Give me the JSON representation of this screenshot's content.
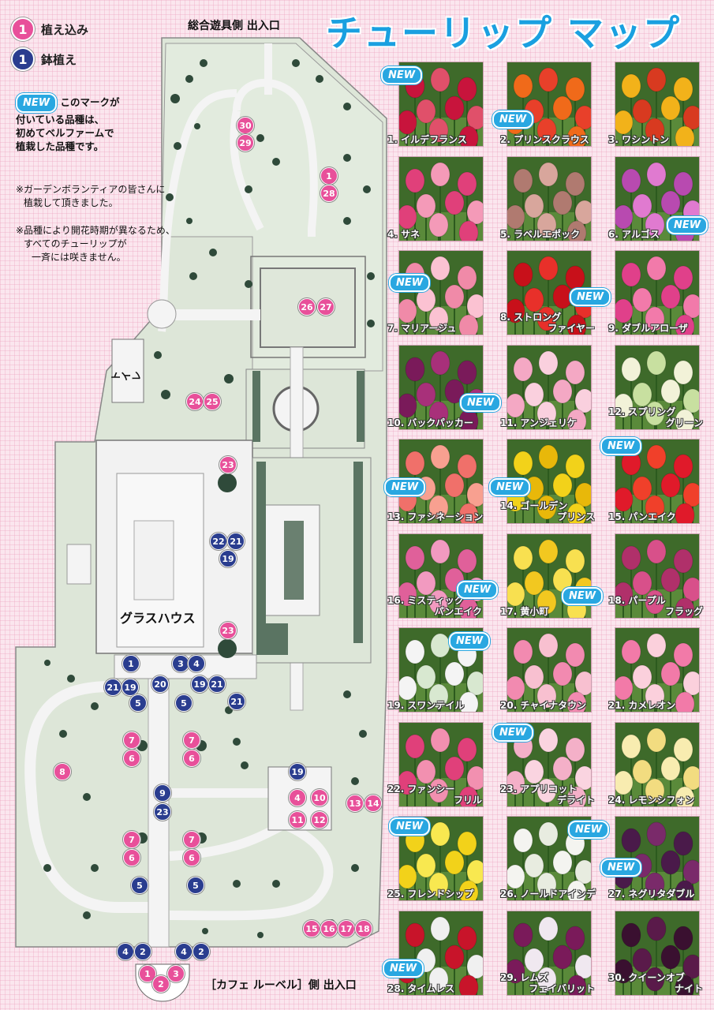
{
  "title": "チューリップ マップ",
  "legend": {
    "planted": {
      "num": "1",
      "label": "植え込み"
    },
    "potted": {
      "num": "1",
      "label": "鉢植え"
    }
  },
  "new_note": {
    "badge": "NEW",
    "line1": "このマークが",
    "line2": "付いている品種は、",
    "line3": "初めてベルファームで",
    "line4": "植栽した品種です。"
  },
  "notes": {
    "volunteer1": "※ガーデンボランティアの皆さんに",
    "volunteer2": "植栽して頂きました。",
    "bloom1": "※品種により開花時期が異なるため、",
    "bloom2": "すべてのチューリップが",
    "bloom3": "一斉には咲きません。"
  },
  "entrances": {
    "top": "総合遊具側 出入口",
    "bottom": "［カフェ ルーベル］側 出入口"
  },
  "map_labels": {
    "toilet": "トイレ",
    "glasshouse": "グラスハウス"
  },
  "markers": [
    {
      "n": "30",
      "t": "p"
    },
    {
      "n": "29",
      "t": "p"
    },
    {
      "n": "1",
      "t": "p"
    },
    {
      "n": "28",
      "t": "p"
    },
    {
      "n": "26",
      "t": "p"
    },
    {
      "n": "27",
      "t": "p"
    },
    {
      "n": "24",
      "t": "p"
    },
    {
      "n": "25",
      "t": "p"
    },
    {
      "n": "23",
      "t": "p"
    },
    {
      "n": "22",
      "t": "b"
    },
    {
      "n": "21",
      "t": "b"
    },
    {
      "n": "19",
      "t": "b"
    },
    {
      "n": "23",
      "t": "p"
    },
    {
      "n": "1",
      "t": "b"
    },
    {
      "n": "3",
      "t": "b"
    },
    {
      "n": "4",
      "t": "b"
    },
    {
      "n": "21",
      "t": "b"
    },
    {
      "n": "19",
      "t": "b"
    },
    {
      "n": "20",
      "t": "b"
    },
    {
      "n": "19",
      "t": "b"
    },
    {
      "n": "21",
      "t": "b"
    },
    {
      "n": "5",
      "t": "b"
    },
    {
      "n": "5",
      "t": "b"
    },
    {
      "n": "21",
      "t": "b"
    },
    {
      "n": "7",
      "t": "p"
    },
    {
      "n": "6",
      "t": "p"
    },
    {
      "n": "7",
      "t": "p"
    },
    {
      "n": "6",
      "t": "p"
    },
    {
      "n": "8",
      "t": "p"
    },
    {
      "n": "19",
      "t": "b"
    },
    {
      "n": "9",
      "t": "b"
    },
    {
      "n": "23",
      "t": "b"
    },
    {
      "n": "4",
      "t": "p"
    },
    {
      "n": "10",
      "t": "p"
    },
    {
      "n": "11",
      "t": "p"
    },
    {
      "n": "12",
      "t": "p"
    },
    {
      "n": "13",
      "t": "p"
    },
    {
      "n": "14",
      "t": "p"
    },
    {
      "n": "7",
      "t": "p"
    },
    {
      "n": "6",
      "t": "p"
    },
    {
      "n": "7",
      "t": "p"
    },
    {
      "n": "6",
      "t": "p"
    },
    {
      "n": "5",
      "t": "b"
    },
    {
      "n": "5",
      "t": "b"
    },
    {
      "n": "15",
      "t": "p"
    },
    {
      "n": "16",
      "t": "p"
    },
    {
      "n": "17",
      "t": "p"
    },
    {
      "n": "18",
      "t": "p"
    },
    {
      "n": "4",
      "t": "b"
    },
    {
      "n": "2",
      "t": "b"
    },
    {
      "n": "4",
      "t": "b"
    },
    {
      "n": "2",
      "t": "b"
    },
    {
      "n": "1",
      "t": "p"
    },
    {
      "n": "2",
      "t": "p"
    },
    {
      "n": "3",
      "t": "p"
    }
  ],
  "tulips": [
    {
      "l1": "1. イルデフランス",
      "l2": "",
      "new": true,
      "c1": "#c8143c",
      "c2": "#e0506a"
    },
    {
      "l1": "2. プリンスクラウス",
      "l2": "",
      "new": true,
      "c1": "#f06a1a",
      "c2": "#e8402a"
    },
    {
      "l1": "3. ワシントン",
      "l2": "",
      "new": false,
      "c1": "#f2b21a",
      "c2": "#d83a20"
    },
    {
      "l1": "4. サネ",
      "l2": "",
      "new": false,
      "c1": "#e0407a",
      "c2": "#f49ab8"
    },
    {
      "l1": "5. ラベルエポック",
      "l2": "",
      "new": false,
      "c1": "#b07a70",
      "c2": "#d8a69c"
    },
    {
      "l1": "6. アルゴス",
      "l2": "",
      "new": true,
      "c1": "#b84ab0",
      "c2": "#e07ad0"
    },
    {
      "l1": "7. マリアージュ",
      "l2": "",
      "new": true,
      "c1": "#f08aa8",
      "c2": "#fbc2d2"
    },
    {
      "l1": "8. ストロング",
      "l2": "ファイヤー",
      "new": true,
      "c1": "#c8101a",
      "c2": "#e8302a"
    },
    {
      "l1": "9. ダブルアローザ",
      "l2": "",
      "new": false,
      "c1": "#e0408a",
      "c2": "#f27aaa"
    },
    {
      "l1": "10. バックパッカー",
      "l2": "",
      "new": true,
      "c1": "#7a1a5a",
      "c2": "#a8307a"
    },
    {
      "l1": "11. アンジェリケ",
      "l2": "",
      "new": false,
      "c1": "#f4a8c4",
      "c2": "#fad0de"
    },
    {
      "l1": "12. スプリング",
      "l2": "グリーン",
      "new": false,
      "c1": "#f2f2d8",
      "c2": "#c8e0a0"
    },
    {
      "l1": "13. ファシネーション",
      "l2": "",
      "new": true,
      "c1": "#f0706a",
      "c2": "#f8a090"
    },
    {
      "l1": "14. ゴールデン",
      "l2": "プリンス",
      "new": true,
      "c1": "#f2d21a",
      "c2": "#e8b80a"
    },
    {
      "l1": "15. パンエイク",
      "l2": "",
      "new": true,
      "c1": "#e01a2a",
      "c2": "#f0402a"
    },
    {
      "l1": "16. ミスティック",
      "l2": "パンエイク",
      "new": true,
      "c1": "#e0609a",
      "c2": "#f29ac0"
    },
    {
      "l1": "17. 黄小町",
      "l2": "",
      "new": true,
      "c1": "#f8e050",
      "c2": "#f2c820"
    },
    {
      "l1": "18. パープル",
      "l2": "フラッグ",
      "new": false,
      "c1": "#b0306a",
      "c2": "#d8508a"
    },
    {
      "l1": "19. スワンテイル",
      "l2": "",
      "new": true,
      "c1": "#f4f4f4",
      "c2": "#d8e8d0"
    },
    {
      "l1": "20. チャイナタウン",
      "l2": "",
      "new": false,
      "c1": "#f28ab0",
      "c2": "#f8c0d0"
    },
    {
      "l1": "21. カメレオン",
      "l2": "",
      "new": false,
      "c1": "#f27aa8",
      "c2": "#fbd0dc"
    },
    {
      "l1": "22. ファンシー",
      "l2": "フリル",
      "new": false,
      "c1": "#e0407a",
      "c2": "#f290b0"
    },
    {
      "l1": "23. アプリコット",
      "l2": "デライト",
      "new": true,
      "c1": "#f4b0c8",
      "c2": "#fad4e0"
    },
    {
      "l1": "24. レモンシフォン",
      "l2": "",
      "new": false,
      "c1": "#f8ecb0",
      "c2": "#f2dc80"
    },
    {
      "l1": "25. フレンドシップ",
      "l2": "",
      "new": true,
      "c1": "#f2d21a",
      "c2": "#f8e850"
    },
    {
      "l1": "26. ノールドアインデ",
      "l2": "",
      "new": true,
      "c1": "#f4f4f0",
      "c2": "#e8ece0"
    },
    {
      "l1": "27. ネグリタダブル",
      "l2": "",
      "new": true,
      "c1": "#4a1a4a",
      "c2": "#7a2a6a"
    },
    {
      "l1": "28. タイムレス",
      "l2": "",
      "new": true,
      "c1": "#c8142a",
      "c2": "#f0f0f0"
    },
    {
      "l1": "29. レムズ",
      "l2": "フェイバリット",
      "new": false,
      "c1": "#7a1a5a",
      "c2": "#f0e8f0"
    },
    {
      "l1": "30. クイーンオブ",
      "l2": "ナイト",
      "new": false,
      "c1": "#3a1030",
      "c2": "#5a1a4a"
    }
  ]
}
